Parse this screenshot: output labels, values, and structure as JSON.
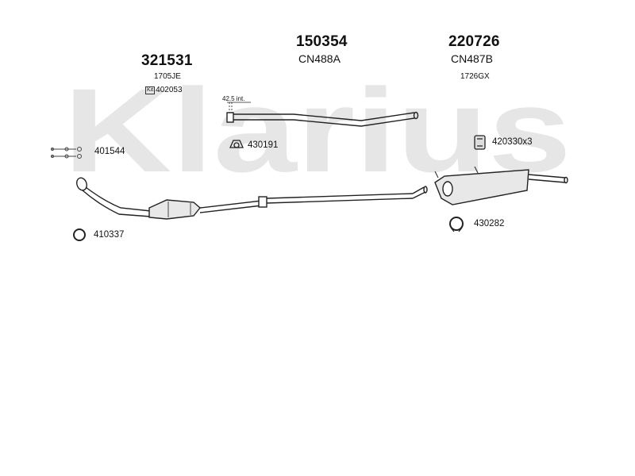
{
  "watermark": {
    "text": "Klarius",
    "color": "#e6e6e6"
  },
  "front_section": {
    "part_number": "321531",
    "code": "1705JE",
    "kit_label": "Kit",
    "kit_number": "402053"
  },
  "middle_section": {
    "part_number": "150354",
    "code": "CN488A",
    "dimension_note": "42.5 int."
  },
  "rear_section": {
    "part_number": "220726",
    "code": "CN487B",
    "code2": "1726GX"
  },
  "fittings": {
    "bolts": "401544",
    "mount_mid": "430191",
    "clamp_rear": "420330x3",
    "ring_front": "410337",
    "ring_rear": "430282"
  }
}
